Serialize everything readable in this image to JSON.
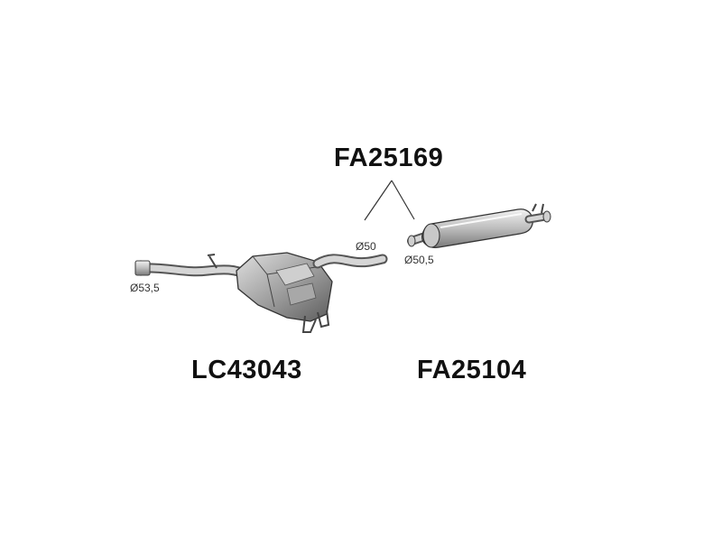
{
  "parts": {
    "connector_pipe": {
      "code": "FA25169"
    },
    "center_silencer": {
      "code": "LC43043"
    },
    "rear_silencer": {
      "code": "FA25104"
    }
  },
  "dimensions": {
    "inlet": "Ø53,5",
    "connector_left": "Ø50",
    "connector_right": "Ø50,5"
  }
}
